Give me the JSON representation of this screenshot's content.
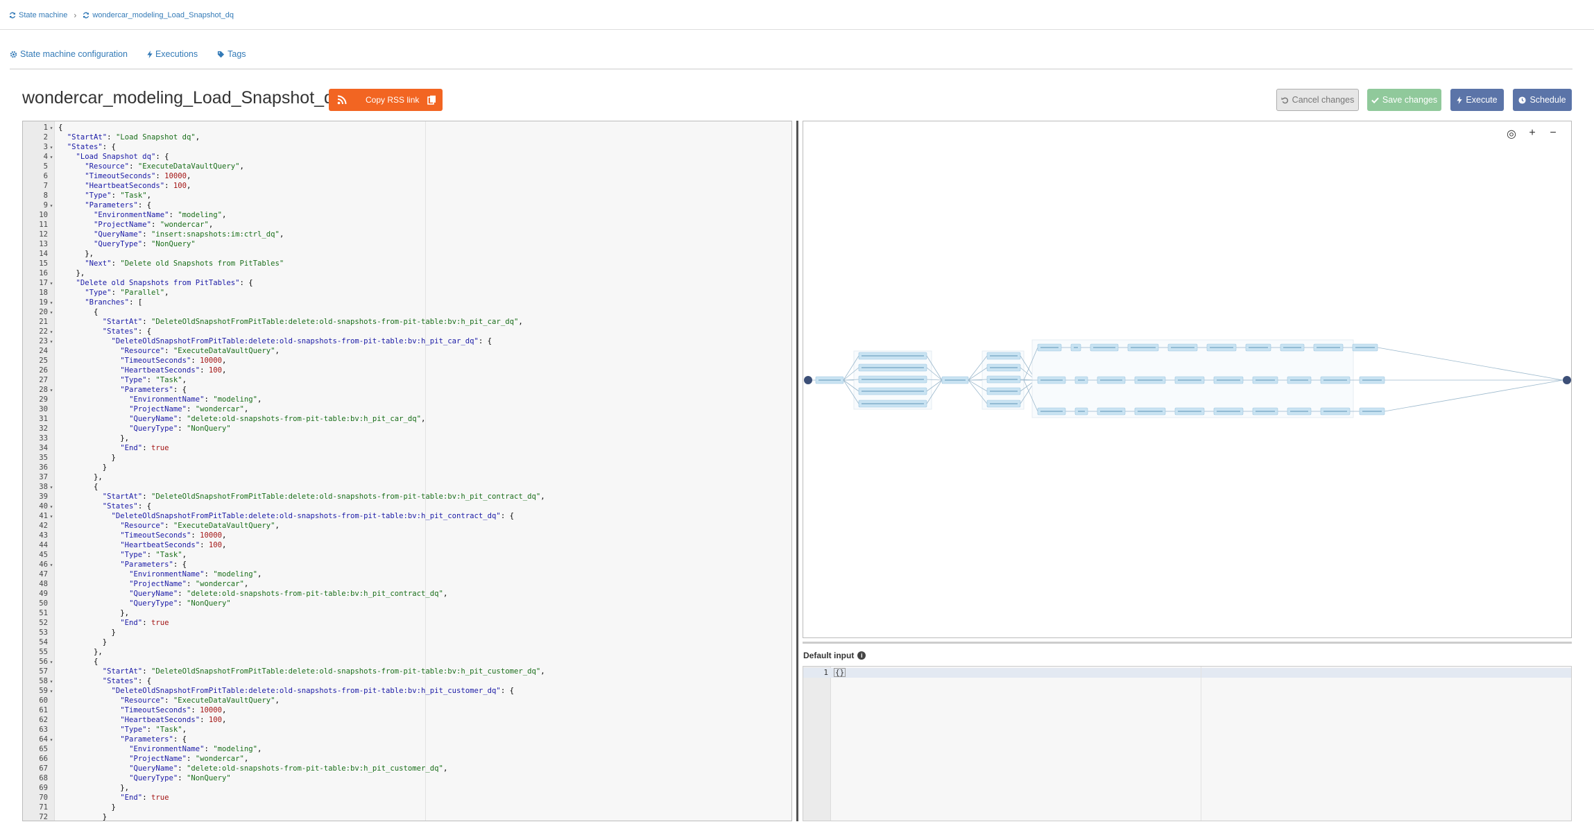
{
  "breadcrumb": {
    "root": "State machine",
    "current": "wondercar_modeling_Load_Snapshot_dq"
  },
  "tabs": [
    {
      "label": "State machine configuration",
      "icon": "gear-icon"
    },
    {
      "label": "Executions",
      "icon": "bolt-icon"
    },
    {
      "label": "Tags",
      "icon": "tag-icon"
    }
  ],
  "title": "wondercar_modeling_Load_Snapshot_dq",
  "rss": {
    "label": "Copy RSS link"
  },
  "actions": {
    "cancel": "Cancel changes",
    "save": "Save changes",
    "execute": "Execute",
    "schedule": "Schedule"
  },
  "colors": {
    "rss": "#f26522",
    "save": "#90c99b",
    "primary": "#5b74a8",
    "node": "#c9e3f2",
    "node_border": "#9fc6e0",
    "endpoint": "#3c4f77"
  },
  "graph_tools": [
    "target-icon",
    "plus-icon",
    "minus-icon"
  ],
  "default_input": {
    "label": "Default input",
    "line": "1",
    "value": "{}"
  },
  "code": [
    "{",
    "  \"StartAt\": \"Load Snapshot dq\",",
    "  \"States\": {",
    "    \"Load Snapshot dq\": {",
    "      \"Resource\": \"ExecuteDataVaultQuery\",",
    "      \"TimeoutSeconds\": 10000,",
    "      \"HeartbeatSeconds\": 100,",
    "      \"Type\": \"Task\",",
    "      \"Parameters\": {",
    "        \"EnvironmentName\": \"modeling\",",
    "        \"ProjectName\": \"wondercar\",",
    "        \"QueryName\": \"insert:snapshots:im:ctrl_dq\",",
    "        \"QueryType\": \"NonQuery\"",
    "      },",
    "      \"Next\": \"Delete old Snapshots from PitTables\"",
    "    },",
    "    \"Delete old Snapshots from PitTables\": {",
    "      \"Type\": \"Parallel\",",
    "      \"Branches\": [",
    "        {",
    "          \"StartAt\": \"DeleteOldSnapshotFromPitTable:delete:old-snapshots-from-pit-table:bv:h_pit_car_dq\",",
    "          \"States\": {",
    "            \"DeleteOldSnapshotFromPitTable:delete:old-snapshots-from-pit-table:bv:h_pit_car_dq\": {",
    "              \"Resource\": \"ExecuteDataVaultQuery\",",
    "              \"TimeoutSeconds\": 10000,",
    "              \"HeartbeatSeconds\": 100,",
    "              \"Type\": \"Task\",",
    "              \"Parameters\": {",
    "                \"EnvironmentName\": \"modeling\",",
    "                \"ProjectName\": \"wondercar\",",
    "                \"QueryName\": \"delete:old-snapshots-from-pit-table:bv:h_pit_car_dq\",",
    "                \"QueryType\": \"NonQuery\"",
    "              },",
    "              \"End\": true",
    "            }",
    "          }",
    "        },",
    "        {",
    "          \"StartAt\": \"DeleteOldSnapshotFromPitTable:delete:old-snapshots-from-pit-table:bv:h_pit_contract_dq\",",
    "          \"States\": {",
    "            \"DeleteOldSnapshotFromPitTable:delete:old-snapshots-from-pit-table:bv:h_pit_contract_dq\": {",
    "              \"Resource\": \"ExecuteDataVaultQuery\",",
    "              \"TimeoutSeconds\": 10000,",
    "              \"HeartbeatSeconds\": 100,",
    "              \"Type\": \"Task\",",
    "              \"Parameters\": {",
    "                \"EnvironmentName\": \"modeling\",",
    "                \"ProjectName\": \"wondercar\",",
    "                \"QueryName\": \"delete:old-snapshots-from-pit-table:bv:h_pit_contract_dq\",",
    "                \"QueryType\": \"NonQuery\"",
    "              },",
    "              \"End\": true",
    "            }",
    "          }",
    "        },",
    "        {",
    "          \"StartAt\": \"DeleteOldSnapshotFromPitTable:delete:old-snapshots-from-pit-table:bv:h_pit_customer_dq\",",
    "          \"States\": {",
    "            \"DeleteOldSnapshotFromPitTable:delete:old-snapshots-from-pit-table:bv:h_pit_customer_dq\": {",
    "              \"Resource\": \"ExecuteDataVaultQuery\",",
    "              \"TimeoutSeconds\": 10000,",
    "              \"HeartbeatSeconds\": 100,",
    "              \"Type\": \"Task\",",
    "              \"Parameters\": {",
    "                \"EnvironmentName\": \"modeling\",",
    "                \"ProjectName\": \"wondercar\",",
    "                \"QueryName\": \"delete:old-snapshots-from-pit-table:bv:h_pit_customer_dq\",",
    "                \"QueryType\": \"NonQuery\"",
    "              },",
    "              \"End\": true",
    "            }",
    "          }"
  ],
  "fold_lines": [
    1,
    3,
    4,
    9,
    17,
    19,
    20,
    22,
    23,
    28,
    38,
    40,
    41,
    46,
    56,
    58,
    59,
    64
  ]
}
